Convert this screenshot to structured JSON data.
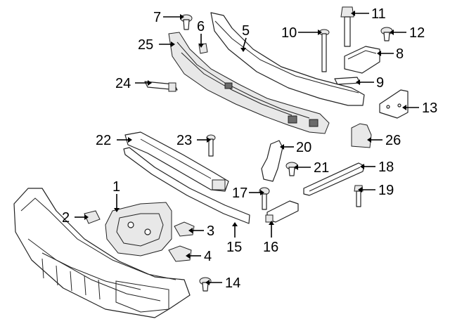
{
  "callouts": {
    "c1": "1",
    "c2": "2",
    "c3": "3",
    "c4": "4",
    "c5": "5",
    "c6": "6",
    "c7": "7",
    "c8": "8",
    "c9": "9",
    "c10": "10",
    "c11": "11",
    "c12": "12",
    "c13": "13",
    "c14": "14",
    "c15": "15",
    "c16": "16",
    "c17": "17",
    "c18": "18",
    "c19": "19",
    "c20": "20",
    "c21": "21",
    "c22": "22",
    "c23": "23",
    "c24": "24",
    "c25": "25",
    "c26": "26"
  },
  "colors": {
    "line": "#222222",
    "background": "#ffffff",
    "shade": "#e8e8e8"
  }
}
